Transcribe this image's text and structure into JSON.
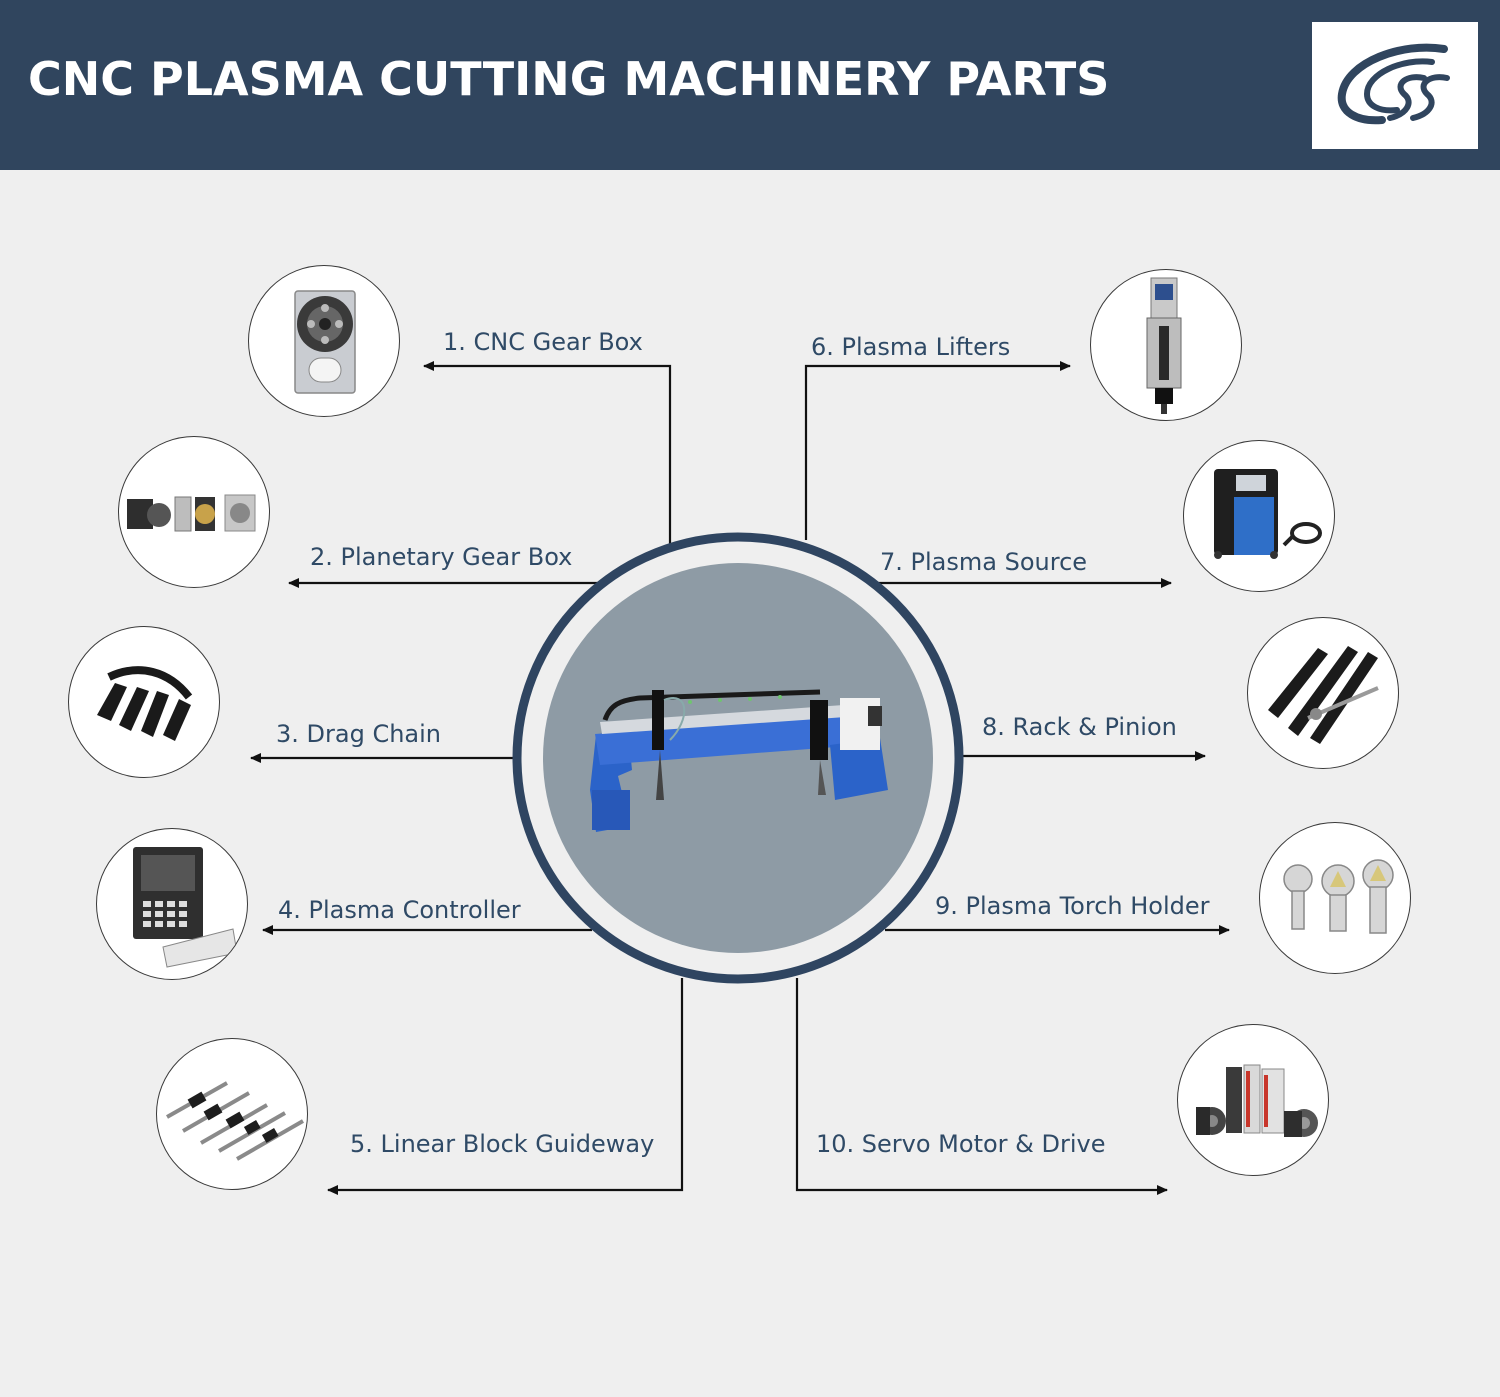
{
  "header": {
    "title": "CNC PLASMA CUTTING MACHINERY PARTS",
    "logo_icon": "css-swoosh-logo-icon",
    "background": "#30455e"
  },
  "colors": {
    "line": "#111111",
    "label": "#2f4a66",
    "ring": "#2f4561",
    "center_fill": "#8e9ba5",
    "machine_blue": "#2b63c9"
  },
  "center": {
    "icon": "cnc-plasma-cutting-machine-icon"
  },
  "parts": [
    {
      "label": "1. CNC Gear Box",
      "icon": "cnc-gear-box-icon"
    },
    {
      "label": "2. Planetary Gear Box",
      "icon": "planetary-gear-box-icon"
    },
    {
      "label": "3. Drag Chain",
      "icon": "drag-chain-icon"
    },
    {
      "label": "4. Plasma Controller",
      "icon": "plasma-controller-icon"
    },
    {
      "label": "5. Linear Block Guideway",
      "icon": "linear-guideway-icon"
    },
    {
      "label": "6. Plasma Lifters",
      "icon": "plasma-lifter-icon"
    },
    {
      "label": "7. Plasma Source",
      "icon": "plasma-source-icon"
    },
    {
      "label": "8. Rack & Pinion",
      "icon": "rack-pinion-icon"
    },
    {
      "label": "9. Plasma Torch Holder",
      "icon": "torch-holder-icon"
    },
    {
      "label": "10. Servo Motor & Drive",
      "icon": "servo-motor-drive-icon"
    }
  ]
}
